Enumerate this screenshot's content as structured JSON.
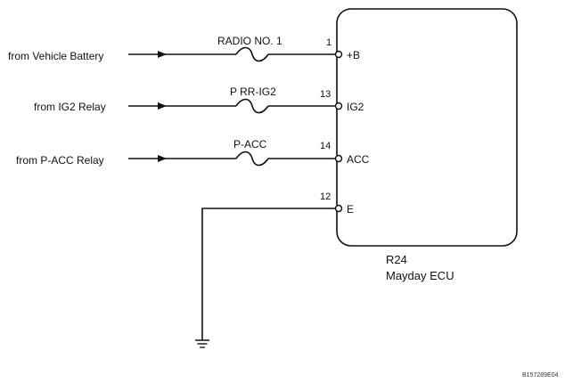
{
  "circuits": [
    {
      "source": "from Vehicle Battery",
      "fuse": "RADIO NO. 1",
      "pin": "1",
      "terminal": "+B"
    },
    {
      "source": "from IG2 Relay",
      "fuse": "P RR-IG2",
      "pin": "13",
      "terminal": "IG2"
    },
    {
      "source": "from P-ACC Relay",
      "fuse": "P-ACC",
      "pin": "14",
      "terminal": "ACC"
    }
  ],
  "ground": {
    "pin": "12",
    "terminal": "E"
  },
  "ecu": {
    "connector": "R24",
    "name": "Mayday ECU"
  },
  "figure_code": "B157289E04"
}
